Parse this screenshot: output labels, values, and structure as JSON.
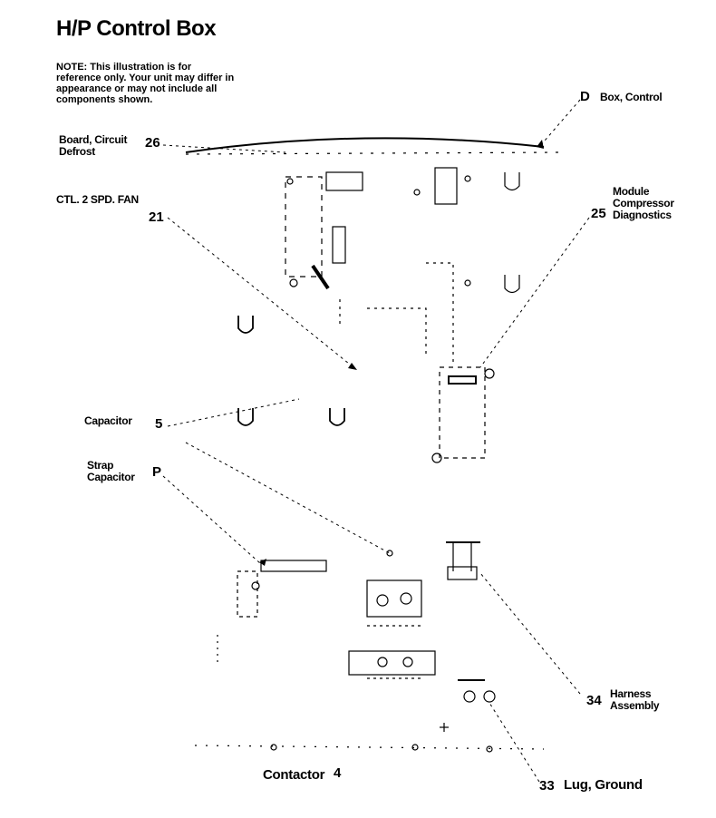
{
  "title": "H/P Control Box",
  "note": "NOTE: This illustration is for reference only. Your unit may differ in appearance or may not include all components shown.",
  "callouts": {
    "box_control": {
      "number": "D",
      "label": "Box, Control"
    },
    "board_circuit": {
      "number": "26",
      "label_line1": "Board, Circuit",
      "label_line2": "Defrost"
    },
    "ctl_fan": {
      "number": "21",
      "label": "CTL. 2 SPD. FAN"
    },
    "module": {
      "number": "25",
      "label_line1": "Module",
      "label_line2": "Compressor",
      "label_line3": "Diagnostics"
    },
    "capacitor": {
      "number": "5",
      "label": "Capacitor"
    },
    "strap": {
      "number": "P",
      "label_line1": "Strap",
      "label_line2": "Capacitor"
    },
    "harness": {
      "number": "34",
      "label_line1": "Harness",
      "label_line2": "Assembly"
    },
    "contactor": {
      "number": "4",
      "label": "Contactor"
    },
    "lug": {
      "number": "33",
      "label": "Lug, Ground"
    }
  }
}
